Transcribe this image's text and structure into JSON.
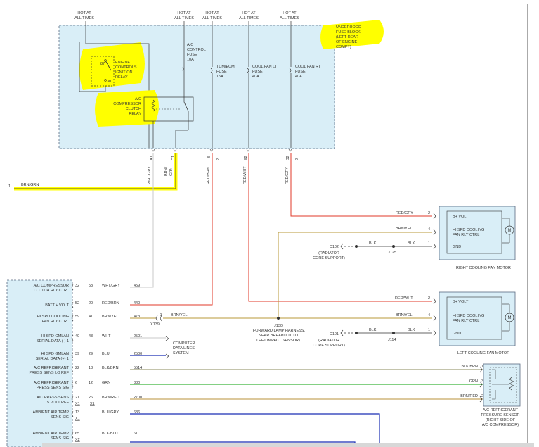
{
  "top_labels": {
    "hot_at_all_times": [
      "HOT AT",
      "ALL TIMES"
    ]
  },
  "underhood_block": {
    "title": [
      "UNDERHOOD",
      "FUSE BLOCK",
      "(LEFT REAR",
      "OF ENGINE",
      "COMPT)"
    ],
    "highlight_color": "#ffff00",
    "fill_color": "#d9eef7"
  },
  "relays": {
    "ignition_relay": {
      "label": [
        "ENGINE",
        "CONTROLS",
        "IGNITION",
        "RELAY"
      ],
      "pin_top": "87",
      "pin_bottom": "30"
    },
    "compressor_relay": {
      "label": [
        "A/C",
        "COMPRESSOR",
        "CLUTCH",
        "RELAY"
      ]
    }
  },
  "fuses": {
    "ac_control": [
      "A/C",
      "CONTROL",
      "FUSE",
      "10A"
    ],
    "tcm_ecm": [
      "TCM/ECM",
      "FUSE",
      "15A"
    ],
    "cool_fan_lt": [
      "COOL FAN LT",
      "FUSE",
      "40A"
    ],
    "cool_fan_rt": [
      "COOL FAN RT",
      "FUSE",
      "40A"
    ]
  },
  "fuse_block_pins": {
    "a1": "A1",
    "c1": "C1",
    "h5": "H5",
    "e2": "E2",
    "b2": "B2",
    "marker": "2"
  },
  "wires": {
    "brn_grn": "BRN/GRN",
    "brn_grn_vertical": "BRN/ GRN",
    "wht_gry": "WHT/GRY",
    "red_brn": "RED/BRN",
    "red_wht": "RED/WHT",
    "red_gry": "RED/GRY",
    "brn_yel": "BRN/YEL",
    "blk": "BLK",
    "blk_brn": "BLK/BRN",
    "grn": "GRN",
    "brn_red": "BRN/RED",
    "brn_grn_pin": "1"
  },
  "colors": {
    "brn_grn": "#8a7a20",
    "highlight": "#ffff00",
    "red": "#e03a2a",
    "brn_yel": "#b89a3a",
    "wht_gry": "#c8c8c8",
    "blu": "#1a2fb5",
    "grn": "#3ab53a",
    "olive": "#8a8a5a",
    "box_fill": "#d9eef7",
    "box_edge": "#5a6a80"
  },
  "right_motor": {
    "caption": "RIGHT COOLING FAN MOTOR",
    "b_volt": "B+ VOLT",
    "fan_ctrl": [
      "HI SPD COOLING",
      "FAN RLY CTRL"
    ],
    "gnd": "GND",
    "pins": [
      "2",
      "4",
      "1"
    ],
    "motor_symbol": "M"
  },
  "left_motor": {
    "caption": "LEFT COOLING FAN MOTOR",
    "b_volt": "B+ VOLT",
    "fan_ctrl": [
      "HI SPD COOLING",
      "FAN RLY CTRL"
    ],
    "gnd": "GND",
    "pins": [
      "2",
      "4",
      "1"
    ],
    "motor_symbol": "M"
  },
  "grounds": {
    "c102": {
      "id": "C102",
      "desc": [
        "(RADIATOR",
        "CORE SUPPORT)"
      ],
      "splice": "J125"
    },
    "c101": {
      "id": "C101",
      "desc": [
        "(RADIATOR",
        "CORE SUPPORT)"
      ],
      "splice": "J114"
    }
  },
  "j130": {
    "id": "J130",
    "desc": [
      "(FORWARD LAMP HARNESS,",
      "NEAR BREAKOUT TO",
      "LEFT IMPACT SENSOR)"
    ]
  },
  "x139": {
    "id": "X139",
    "pin": "2"
  },
  "data_lines": [
    "COMPUTER",
    "DATA LINES",
    "SYSTEM"
  ],
  "pressure_sensor": {
    "caption": [
      "A/C REFRIGERANT",
      "PRESSURE SENSOR",
      "(RIGHT SIDE OF",
      "A/C COMPRESSOR)"
    ],
    "pins": [
      "1",
      "3",
      "2"
    ]
  },
  "ecm_rows": [
    {
      "label": [
        "A/C COMPRESSOR",
        "CLUTCH RLY CTRL"
      ],
      "pin_a": "32",
      "pin_b": "53",
      "color": "WHT/GRY",
      "circuit": "459",
      "conn": ""
    },
    {
      "label": [
        "BATT + VOLT"
      ],
      "pin_a": "52",
      "pin_b": "20",
      "color": "RED/BRN",
      "circuit": "440",
      "conn": ""
    },
    {
      "label": [
        "HI SPD COOLING",
        "FAN RLY CTRL"
      ],
      "pin_a": "59",
      "pin_b": "41",
      "color": "BRN/YEL",
      "circuit": "473",
      "conn": ""
    },
    {
      "label": [
        "HI SPD GMLAN",
        "SERIAL DATA (-) 1"
      ],
      "pin_a": "40",
      "pin_b": "43",
      "color": "WHT",
      "circuit": "2501",
      "conn": ""
    },
    {
      "label": [
        "HI SPD GMLAN",
        "SERIAL DATA (+) 1"
      ],
      "pin_a": "39",
      "pin_b": "29",
      "color": "BLU",
      "circuit": "2500",
      "conn": ""
    },
    {
      "label": [
        "A/C REFRIGERANT",
        "PRESS SENS LO REF"
      ],
      "pin_a": "22",
      "pin_b": "13",
      "color": "BLK/BRN",
      "circuit": "5514",
      "conn": ""
    },
    {
      "label": [
        "A/C REFRIGERANT",
        "PRESS SENS SIG"
      ],
      "pin_a": "6",
      "pin_b": "12",
      "color": "GRN",
      "circuit": "380",
      "conn": ""
    },
    {
      "label": [
        "A/C PRESS SENS",
        "5 VOLT REF"
      ],
      "pin_a": "21",
      "pin_b": "26",
      "color": "BRN/RED",
      "circuit": "2700",
      "conn": "X1"
    },
    {
      "label": [
        "AMBIENT AIR TEMP",
        "SENS SIG"
      ],
      "pin_a": "13",
      "pin_b": "",
      "color": "BLU/GRY",
      "circuit": "636",
      "conn": "X1"
    },
    {
      "label": [
        "AMBIENT AIR TEMP",
        "SENS SIG"
      ],
      "pin_a": "65",
      "pin_b": "",
      "color": "BLK/BLU",
      "circuit": "61",
      "conn": "X2"
    }
  ]
}
